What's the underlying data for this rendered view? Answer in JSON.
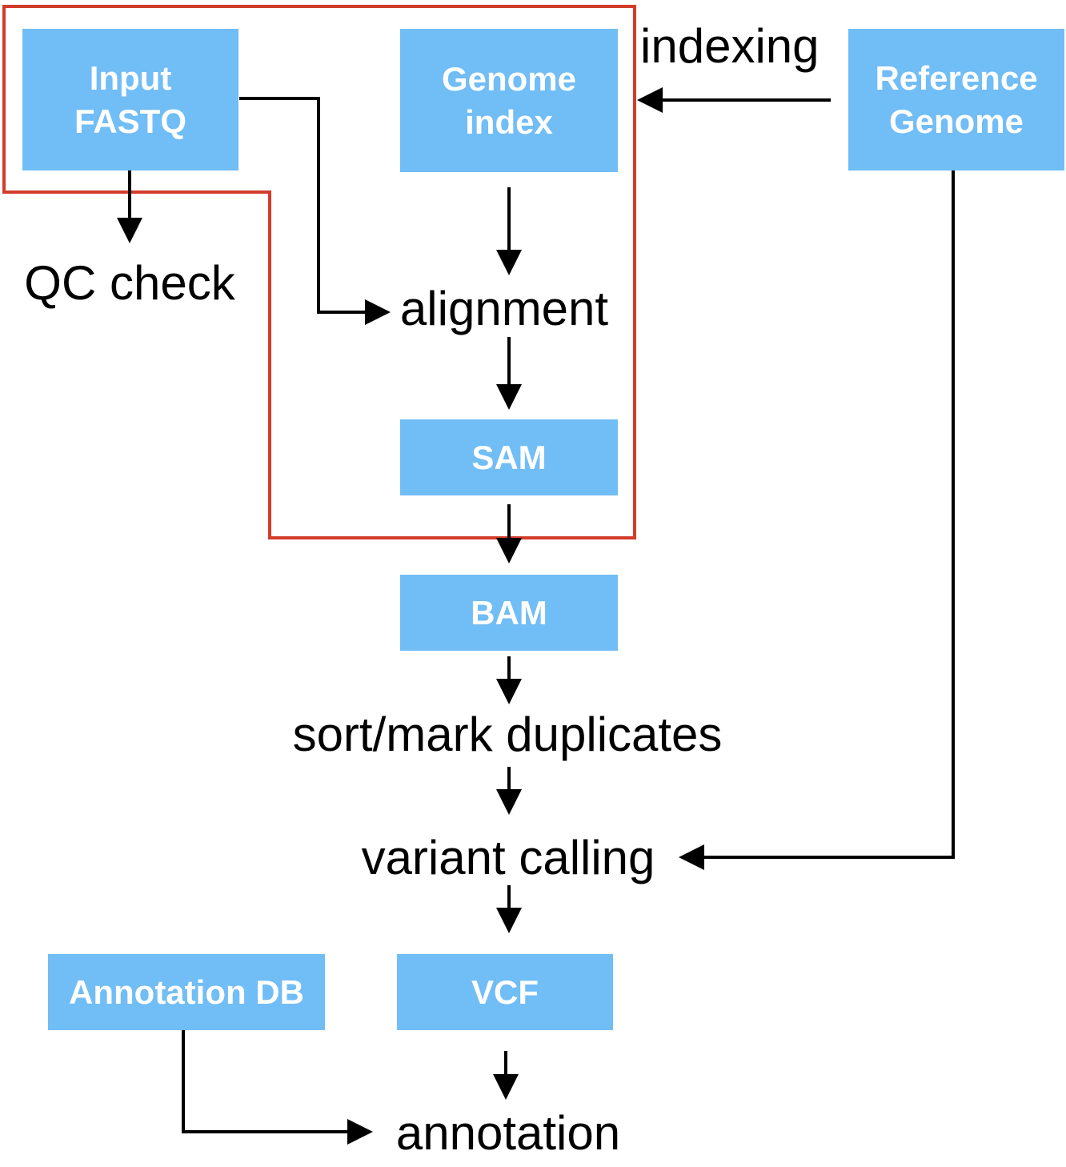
{
  "nodes": {
    "input_fastq": [
      "Input",
      "FASTQ"
    ],
    "genome_index": [
      "Genome",
      "index"
    ],
    "reference_genome": [
      "Reference",
      "Genome"
    ],
    "sam": "SAM",
    "bam": "BAM",
    "vcf": "VCF",
    "annotation_db": "Annotation DB"
  },
  "steps": {
    "indexing": "indexing",
    "qc_check": "QC check",
    "alignment": "alignment",
    "sort_mark_duplicates": "sort/mark duplicates",
    "variant_calling": "variant calling",
    "annotation": "annotation"
  },
  "colors": {
    "box_fill": "#71bdf6",
    "box_text": "#ffffff",
    "arrow": "#000000",
    "highlight": "#d23c2a"
  }
}
